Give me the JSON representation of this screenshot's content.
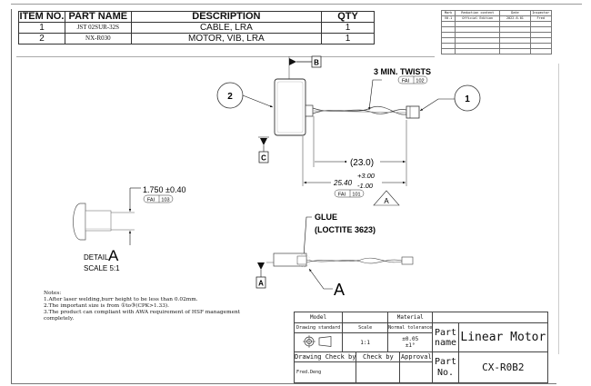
{
  "bom": {
    "headers": [
      "ITEM NO.",
      "PART NAME",
      "DESCRIPTION",
      "QTY"
    ],
    "rows": [
      {
        "item": "1",
        "part": "JST 02SUR-32S",
        "desc": "CABLE, LRA",
        "qty": "1"
      },
      {
        "item": "2",
        "part": "NX-R030",
        "desc": "MOTOR, VIB, LRA",
        "qty": "1"
      }
    ]
  },
  "revision": {
    "headers": [
      "Mark",
      "Reduction content",
      "Date",
      "Inspector"
    ],
    "rows": [
      {
        "mark": "V0.1",
        "content": "Official Edition",
        "date": "2022.6.01",
        "inspector": "Fred"
      }
    ]
  },
  "drawing": {
    "balloon_1": "1",
    "balloon_2": "2",
    "datum_b": "B",
    "datum_c": "C",
    "datum_a": "A",
    "twists": "3 MIN. TWISTS",
    "fai_102": [
      "FAI",
      "102"
    ],
    "dim_ref": "(23.0)",
    "dim_main": "25.40",
    "tol_plus": "+3.00",
    "tol_minus": "-1.00",
    "fai_101": [
      "FAI",
      "101"
    ],
    "detail_ref": "A",
    "dim_detail": "1.750  ±0.40",
    "fai_103": [
      "FAI",
      "103"
    ],
    "detail_label": "DETAIL",
    "detail_letter": "A",
    "detail_scale": "SCALE 5:1",
    "glue": "GLUE",
    "glue_spec": "(LOCTITE 3623)",
    "detail_callout": "A"
  },
  "notes": {
    "title": "Notes:",
    "lines": [
      "1.After laser welding,burr height to be less than 0.02mm.",
      "2.The important size is from ①to③(CPK>1.33).",
      "3.The product can compliant with AWA requirement of HSF management",
      "completely."
    ]
  },
  "title_block": {
    "model": "Model",
    "material": "Material",
    "drawing_standard": "Drawing standard",
    "scale_label": "Scale",
    "tolerance_label": "Normal tolerance",
    "scale": "1:1",
    "tol_linear": "±0.05",
    "tol_angle": "±1°",
    "part_name_label": [
      "Part",
      "name"
    ],
    "part_name": "Linear Motor",
    "drawing_check": "Drawing Check by",
    "check_by": "Check by",
    "approval": "Approval",
    "drawn_by": "Fred.Deng",
    "part_no_label": [
      "Part",
      "No."
    ],
    "part_no": "CX-R0B2"
  }
}
